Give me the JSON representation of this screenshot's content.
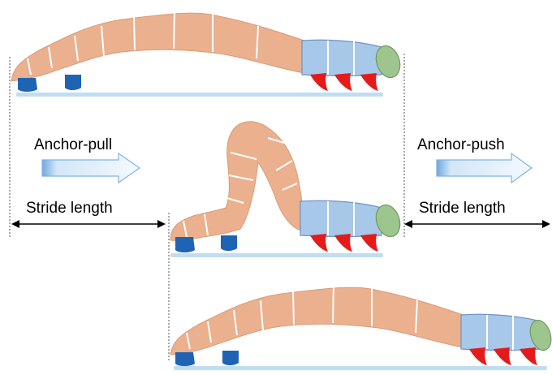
{
  "labels": {
    "anchor_pull": "Anchor-pull",
    "anchor_push": "Anchor-push",
    "stride_length_left": "Stride length",
    "stride_length_right": "Stride length"
  },
  "colors": {
    "body": "#EBB08E",
    "body_stroke": "#D99C78",
    "front_segments": "#A8C8EA",
    "front_stroke": "#6F93C5",
    "head": "#9FC58E",
    "prolegs": "#1F63B5",
    "thoracic_legs": "#E51B1B",
    "ground": "#BFDDF3",
    "arrow_light": "#EEF6FD",
    "arrow_dark": "#7EB4E3"
  },
  "stages": [
    {
      "name": "extended-start"
    },
    {
      "name": "looped"
    },
    {
      "name": "extended-end"
    }
  ]
}
